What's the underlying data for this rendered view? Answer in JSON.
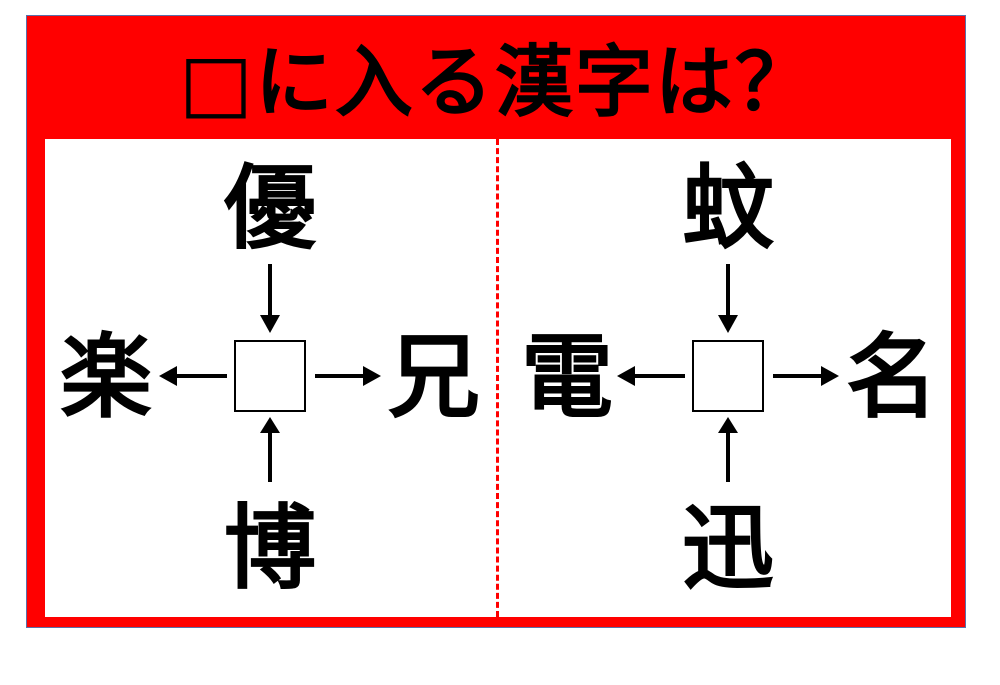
{
  "title": "□に入る漢字は？",
  "puzzles": [
    {
      "top": "優",
      "left": "楽",
      "right": "兄",
      "bottom": "博"
    },
    {
      "top": "蚊",
      "left": "電",
      "right": "名",
      "bottom": "迅"
    }
  ],
  "colors": {
    "frame": "#ff0000",
    "text": "#000000"
  }
}
